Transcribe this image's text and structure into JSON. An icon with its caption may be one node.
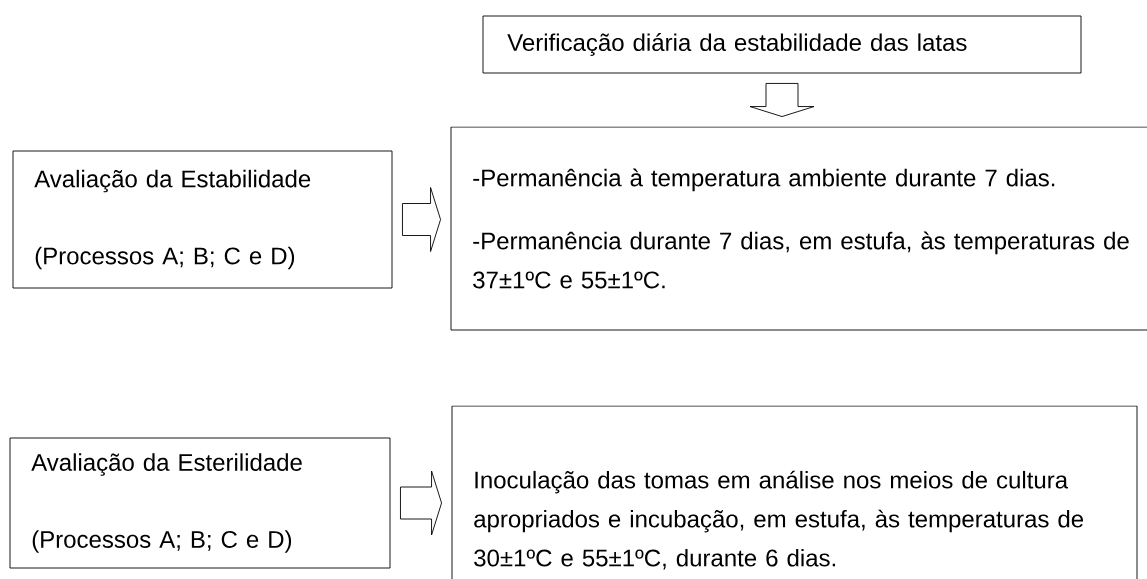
{
  "diagram": {
    "nodes": [
      {
        "text": [
          "Verificação diária da estabilidade das latas"
        ]
      },
      {
        "text": [
          "Avaliação da Estabilidade",
          "(Processos A; B; C e D)"
        ]
      },
      {
        "text": [
          "-Permanência à temperatura ambiente durante 7 dias.",
          "-Permanência durante 7 dias, em estufa, às temperaturas de 37±1ºC e 55±1ºC."
        ]
      },
      {
        "text": [
          "Avaliação da Esterilidade",
          "(Processos A; B; C e D)"
        ]
      },
      {
        "text": [
          "Inoculação das tomas em análise nos meios de cultura apropriados e incubação, em estufa, às temperaturas de 30±1ºC e 55±1ºC, durante 6 dias."
        ]
      }
    ],
    "edges": [
      {
        "from": 0,
        "to": 2,
        "arrow": "to"
      },
      {
        "from": 1,
        "to": 2,
        "arrow": "to"
      },
      {
        "from": 3,
        "to": 4,
        "arrow": "to"
      }
    ]
  }
}
